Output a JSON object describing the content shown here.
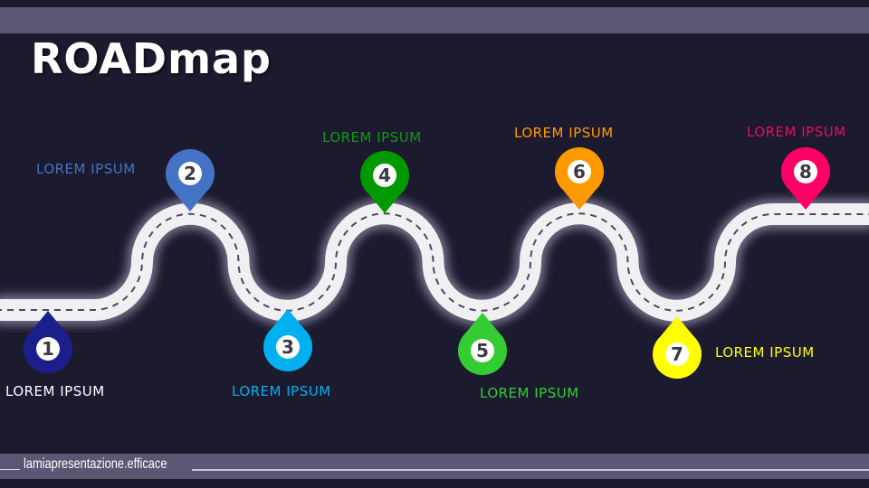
{
  "title": "ROADmap",
  "footer": "lamiapresentazione.efficace",
  "milestones": [
    {
      "number": "1",
      "label": "LOREM IPSUM",
      "color": "#1a1f8c",
      "label_color": "#ffffff"
    },
    {
      "number": "2",
      "label": "LOREM IPSUM",
      "color": "#4472c4",
      "label_color": "#4472c4"
    },
    {
      "number": "3",
      "label": "LOREM IPSUM",
      "color": "#00b0f0",
      "label_color": "#00b0f0"
    },
    {
      "number": "4",
      "label": "LOREM IPSUM",
      "color": "#009900",
      "label_color": "#0c9c0c"
    },
    {
      "number": "5",
      "label": "LOREM IPSUM",
      "color": "#33cc33",
      "label_color": "#33cc33"
    },
    {
      "number": "6",
      "label": "LOREM IPSUM",
      "color": "#ff9900",
      "label_color": "#ff9900"
    },
    {
      "number": "7",
      "label": "LOREM IPSUM",
      "color": "#ffff00",
      "label_color": "#ffff00"
    },
    {
      "number": "8",
      "label": "LOREM IPSUM",
      "color": "#ff0066",
      "label_color": "#e0105e"
    }
  ]
}
